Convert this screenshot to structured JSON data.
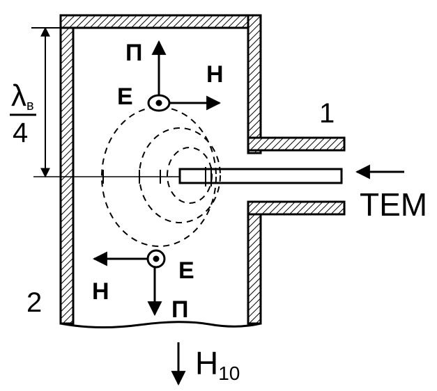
{
  "diagram": {
    "lambda_label": "λ",
    "lambda_sub": "в",
    "lambda_denominator": "4",
    "port1_label": "1",
    "port2_label": "2",
    "input_mode": "TEM",
    "output_mode_base": "H",
    "output_mode_sub": "10",
    "top_vectors": {
      "e": "E",
      "h": "H",
      "p": "П"
    },
    "bottom_vectors": {
      "e": "E",
      "h": "H",
      "p": "П"
    }
  },
  "colors": {
    "ink": "#000000",
    "background": "#ffffff"
  }
}
